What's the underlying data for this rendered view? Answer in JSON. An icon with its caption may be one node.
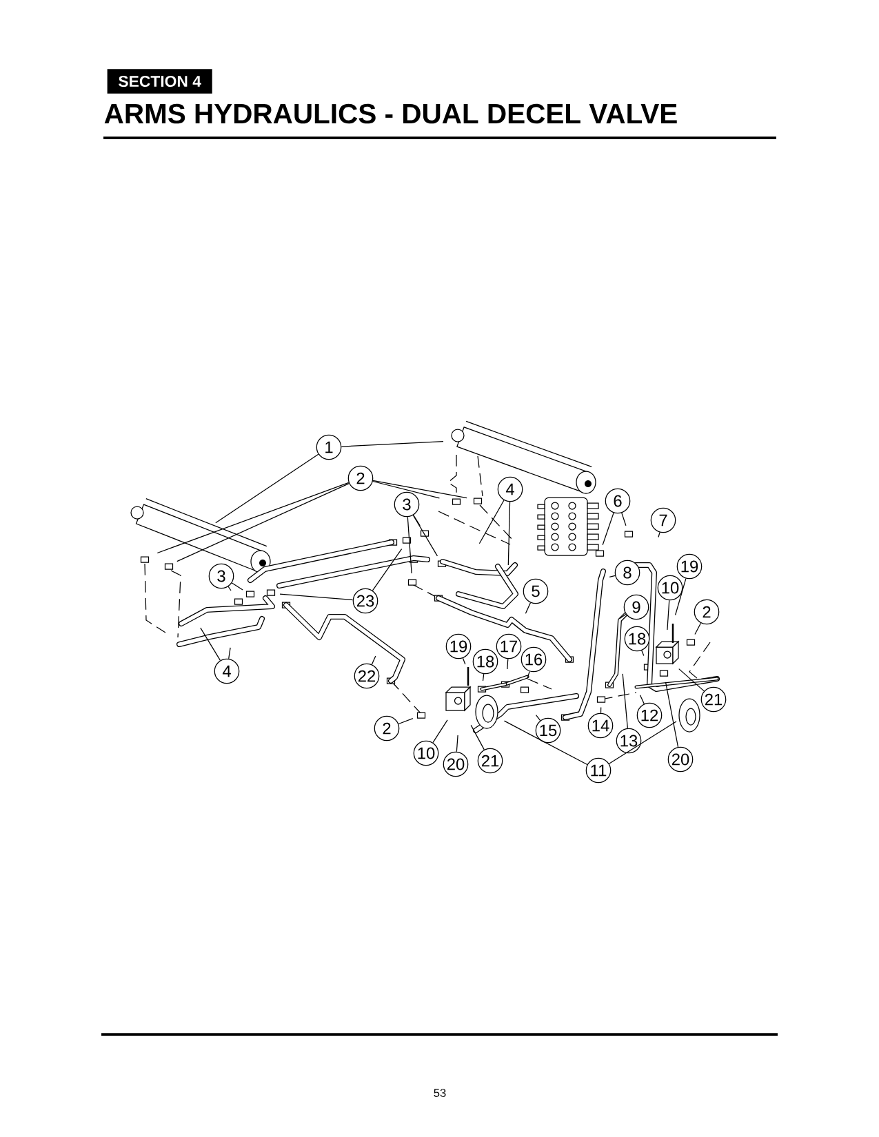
{
  "diagram": {
    "title": "ARMS HYDRAULICS - DUAL DECEL VALVE",
    "nodes": [
      {
        "text": [
          "1"
        ]
      },
      {
        "text": [
          "2"
        ]
      },
      {
        "text": [
          "4"
        ]
      },
      {
        "text": [
          "3"
        ]
      },
      {
        "text": [
          "6"
        ]
      },
      {
        "text": [
          "7"
        ]
      },
      {
        "text": [
          "19"
        ]
      },
      {
        "text": [
          "3"
        ]
      },
      {
        "text": [
          "8"
        ]
      },
      {
        "text": [
          "10"
        ]
      },
      {
        "text": [
          "23"
        ]
      },
      {
        "text": [
          "5"
        ]
      },
      {
        "text": [
          "9"
        ]
      },
      {
        "text": [
          "2"
        ]
      },
      {
        "text": [
          "18"
        ]
      },
      {
        "text": [
          "19"
        ]
      },
      {
        "text": [
          "17"
        ]
      },
      {
        "text": [
          "16"
        ]
      },
      {
        "text": [
          "18"
        ]
      },
      {
        "text": [
          "4"
        ]
      },
      {
        "text": [
          "22"
        ]
      },
      {
        "text": [
          "21"
        ]
      },
      {
        "text": [
          "12"
        ]
      },
      {
        "text": [
          "2"
        ]
      },
      {
        "text": [
          "15"
        ]
      },
      {
        "text": [
          "14"
        ]
      },
      {
        "text": [
          "13"
        ]
      },
      {
        "text": [
          "10"
        ]
      },
      {
        "text": [
          "20"
        ]
      },
      {
        "text": [
          "21"
        ]
      },
      {
        "text": [
          "20"
        ]
      },
      {
        "text": [
          "11"
        ]
      }
    ],
    "edges": [
      {
        "from": 0,
        "to": null,
        "arrow": "none"
      },
      {
        "from": 0,
        "to": null,
        "arrow": "none"
      },
      {
        "from": 1,
        "to": null,
        "arrow": "none"
      },
      {
        "from": 1,
        "to": null,
        "arrow": "none"
      },
      {
        "from": 1,
        "to": null,
        "arrow": "none"
      },
      {
        "from": 1,
        "to": null,
        "arrow": "none"
      },
      {
        "from": 2,
        "to": null,
        "arrow": "none"
      },
      {
        "from": 2,
        "to": null,
        "arrow": "none"
      },
      {
        "from": 3,
        "to": null,
        "arrow": "none"
      },
      {
        "from": 3,
        "to": null,
        "arrow": "none"
      },
      {
        "from": 3,
        "to": null,
        "arrow": "none"
      },
      {
        "from": 4,
        "to": null,
        "arrow": "none"
      },
      {
        "from": 4,
        "to": null,
        "arrow": "none"
      },
      {
        "from": 5,
        "to": null,
        "arrow": "none"
      },
      {
        "from": 6,
        "to": null,
        "arrow": "none"
      },
      {
        "from": 7,
        "to": null,
        "arrow": "none"
      },
      {
        "from": 7,
        "to": null,
        "arrow": "none"
      },
      {
        "from": 8,
        "to": null,
        "arrow": "none"
      },
      {
        "from": 9,
        "to": null,
        "arrow": "none"
      },
      {
        "from": 10,
        "to": null,
        "arrow": "none"
      },
      {
        "from": 10,
        "to": null,
        "arrow": "none"
      },
      {
        "from": 11,
        "to": null,
        "arrow": "none"
      },
      {
        "from": 12,
        "to": null,
        "arrow": "none"
      },
      {
        "from": 13,
        "to": null,
        "arrow": "none"
      },
      {
        "from": 14,
        "to": null,
        "arrow": "none"
      },
      {
        "from": 15,
        "to": null,
        "arrow": "none"
      },
      {
        "from": 16,
        "to": null,
        "arrow": "none"
      },
      {
        "from": 17,
        "to": null,
        "arrow": "none"
      },
      {
        "from": 18,
        "to": null,
        "arrow": "none"
      },
      {
        "from": 19,
        "to": null,
        "arrow": "none"
      },
      {
        "from": 19,
        "to": null,
        "arrow": "none"
      },
      {
        "from": 20,
        "to": null,
        "arrow": "none"
      },
      {
        "from": 21,
        "to": null,
        "arrow": "none"
      },
      {
        "from": 22,
        "to": null,
        "arrow": "none"
      },
      {
        "from": 23,
        "to": null,
        "arrow": "none"
      },
      {
        "from": 24,
        "to": null,
        "arrow": "none"
      },
      {
        "from": 25,
        "to": null,
        "arrow": "none"
      },
      {
        "from": 26,
        "to": null,
        "arrow": "none"
      },
      {
        "from": 27,
        "to": null,
        "arrow": "none"
      },
      {
        "from": 28,
        "to": null,
        "arrow": "none"
      },
      {
        "from": 29,
        "to": null,
        "arrow": "none"
      },
      {
        "from": 30,
        "to": null,
        "arrow": "none"
      },
      {
        "from": 31,
        "to": null,
        "arrow": "none"
      },
      {
        "from": 31,
        "to": null,
        "arrow": "none"
      }
    ],
    "labels": [
      "SECTION 4",
      "53"
    ]
  }
}
